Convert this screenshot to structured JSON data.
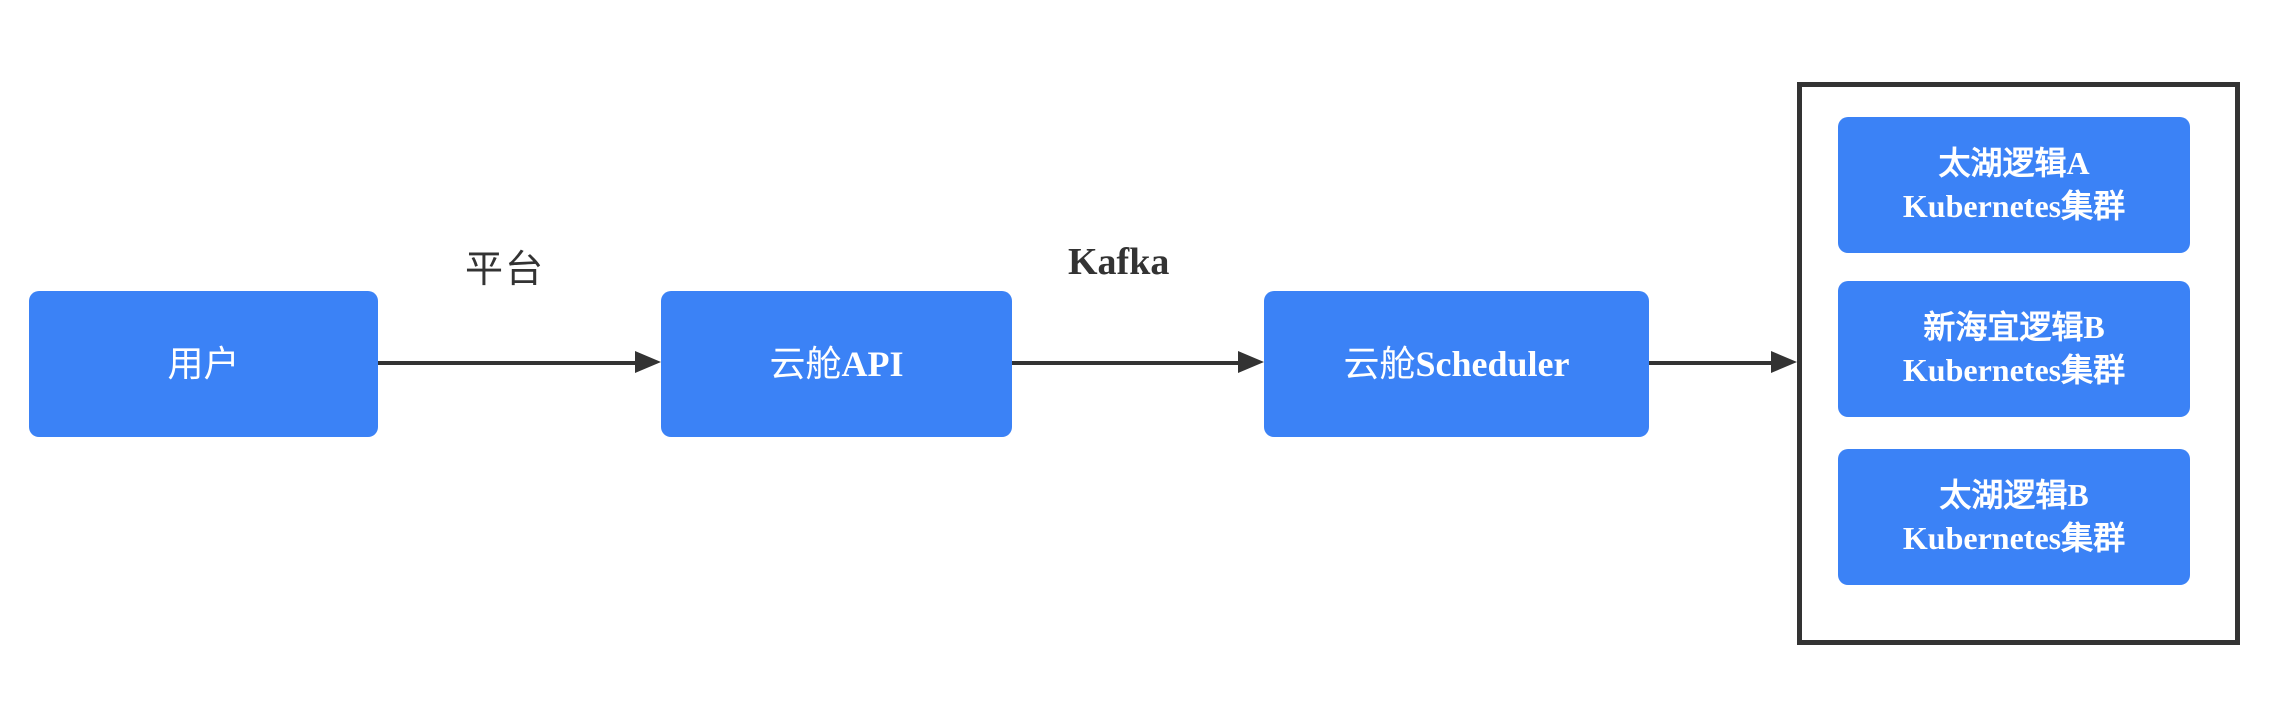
{
  "diagram": {
    "type": "flow",
    "title": "",
    "background_color": "#ffffff",
    "node_color": "#3b82f6",
    "node_text_color": "#ffffff",
    "edge_color": "#333333",
    "container_border_color": "#333333"
  },
  "nodes": {
    "user": {
      "label": "用户"
    },
    "api": {
      "label_cjk": "云舱 ",
      "label_latin": "API"
    },
    "scheduler": {
      "label_cjk": "云舱 ",
      "label_latin": "Scheduler"
    }
  },
  "edges": [
    {
      "id": "user-to-api",
      "label": "平台",
      "from": "用户",
      "to": "云舱 API"
    },
    {
      "id": "api-to-scheduler",
      "label": "Kafka",
      "from": "云舱 API",
      "to": "云舱 Scheduler"
    },
    {
      "id": "scheduler-to-clusters",
      "label": "",
      "from": "云舱 Scheduler",
      "to": "Kubernetes集群"
    }
  ],
  "edge_labels": {
    "platform": "平台",
    "kafka": "Kafka"
  },
  "cluster_group": {
    "label": "",
    "clusters": [
      {
        "id": "taihu-a",
        "line1": "太湖逻辑A",
        "line2": "Kubernetes集群"
      },
      {
        "id": "xinhaiyi-b",
        "line1": "新海宜逻辑B",
        "line2": "Kubernetes集群"
      },
      {
        "id": "taihu-b",
        "line1": "太湖逻辑B",
        "line2": "Kubernetes集群"
      }
    ]
  }
}
